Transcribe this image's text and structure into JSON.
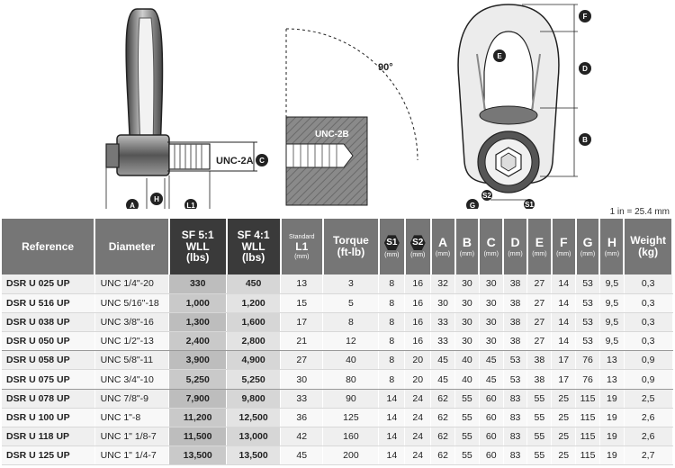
{
  "drawings": {
    "labels": {
      "unc2a": "UNC-2A",
      "unc2b": "UNC-2B",
      "angle": "90°",
      "a": "A",
      "b": "B",
      "c": "C",
      "d": "D",
      "e": "E",
      "f": "F",
      "g": "G",
      "h": "H",
      "l1": "L1",
      "s1": "S1",
      "s2": "S2"
    }
  },
  "conversion": "1 in = 25.4 mm",
  "table": {
    "headers": {
      "reference": "Reference",
      "diameter": "Diameter",
      "sf5": [
        "SF 5:1",
        "WLL",
        "(lbs)"
      ],
      "sf4": [
        "SF 4:1",
        "WLL",
        "(lbs)"
      ],
      "standard": "Standard",
      "l1": "L1",
      "torque": [
        "Torque",
        "(ft-lb)"
      ],
      "s1": "S1",
      "s2": "S2",
      "a": "A",
      "b": "B",
      "c": "C",
      "d": "D",
      "e": "E",
      "f": "F",
      "g": "G",
      "h": "H",
      "weight": [
        "Weight",
        "(kg)"
      ],
      "mm": "(mm)"
    },
    "rows": [
      {
        "ref": "DSR U 025 UP",
        "dia": "UNC 1/4\"-20",
        "sf5": "330",
        "sf4": "450",
        "l1": "13",
        "torque": "3",
        "s1": "8",
        "s2": "16",
        "a": "32",
        "b": "30",
        "c": "30",
        "d": "38",
        "e": "27",
        "f": "14",
        "g": "53",
        "h": "9,5",
        "w": "0,3"
      },
      {
        "ref": "DSR U 516 UP",
        "dia": "UNC 5/16\"-18",
        "sf5": "1,000",
        "sf4": "1,200",
        "l1": "15",
        "torque": "5",
        "s1": "8",
        "s2": "16",
        "a": "30",
        "b": "30",
        "c": "30",
        "d": "38",
        "e": "27",
        "f": "14",
        "g": "53",
        "h": "9,5",
        "w": "0,3"
      },
      {
        "ref": "DSR U 038 UP",
        "dia": "UNC 3/8\"-16",
        "sf5": "1,300",
        "sf4": "1,600",
        "l1": "17",
        "torque": "8",
        "s1": "8",
        "s2": "16",
        "a": "33",
        "b": "30",
        "c": "30",
        "d": "38",
        "e": "27",
        "f": "14",
        "g": "53",
        "h": "9,5",
        "w": "0,3"
      },
      {
        "ref": "DSR U 050 UP",
        "dia": "UNC 1/2\"-13",
        "sf5": "2,400",
        "sf4": "2,800",
        "l1": "21",
        "torque": "12",
        "s1": "8",
        "s2": "16",
        "a": "33",
        "b": "30",
        "c": "30",
        "d": "38",
        "e": "27",
        "f": "14",
        "g": "53",
        "h": "9,5",
        "w": "0,3"
      },
      {
        "ref": "DSR U 058 UP",
        "dia": "UNC 5/8\"-11",
        "sf5": "3,900",
        "sf4": "4,900",
        "l1": "27",
        "torque": "40",
        "s1": "8",
        "s2": "20",
        "a": "45",
        "b": "40",
        "c": "45",
        "d": "53",
        "e": "38",
        "f": "17",
        "g": "76",
        "h": "13",
        "w": "0,9"
      },
      {
        "ref": "DSR U 075 UP",
        "dia": "UNC 3/4\"-10",
        "sf5": "5,250",
        "sf4": "5,250",
        "l1": "30",
        "torque": "80",
        "s1": "8",
        "s2": "20",
        "a": "45",
        "b": "40",
        "c": "45",
        "d": "53",
        "e": "38",
        "f": "17",
        "g": "76",
        "h": "13",
        "w": "0,9"
      },
      {
        "ref": "DSR U 078 UP",
        "dia": "UNC 7/8\"-9",
        "sf5": "7,900",
        "sf4": "9,800",
        "l1": "33",
        "torque": "90",
        "s1": "14",
        "s2": "24",
        "a": "62",
        "b": "55",
        "c": "60",
        "d": "83",
        "e": "55",
        "f": "25",
        "g": "115",
        "h": "19",
        "w": "2,5"
      },
      {
        "ref": "DSR U 100 UP",
        "dia": "UNC 1\"-8",
        "sf5": "11,200",
        "sf4": "12,500",
        "l1": "36",
        "torque": "125",
        "s1": "14",
        "s2": "24",
        "a": "62",
        "b": "55",
        "c": "60",
        "d": "83",
        "e": "55",
        "f": "25",
        "g": "115",
        "h": "19",
        "w": "2,6"
      },
      {
        "ref": "DSR U 118 UP",
        "dia": "UNC 1\" 1/8-7",
        "sf5": "11,500",
        "sf4": "13,000",
        "l1": "42",
        "torque": "160",
        "s1": "14",
        "s2": "24",
        "a": "62",
        "b": "55",
        "c": "60",
        "d": "83",
        "e": "55",
        "f": "25",
        "g": "115",
        "h": "19",
        "w": "2,6"
      },
      {
        "ref": "DSR U 125 UP",
        "dia": "UNC 1\" 1/4-7",
        "sf5": "13,500",
        "sf4": "13,500",
        "l1": "45",
        "torque": "200",
        "s1": "14",
        "s2": "24",
        "a": "62",
        "b": "55",
        "c": "60",
        "d": "83",
        "e": "55",
        "f": "25",
        "g": "115",
        "h": "19",
        "w": "2,7"
      }
    ]
  }
}
